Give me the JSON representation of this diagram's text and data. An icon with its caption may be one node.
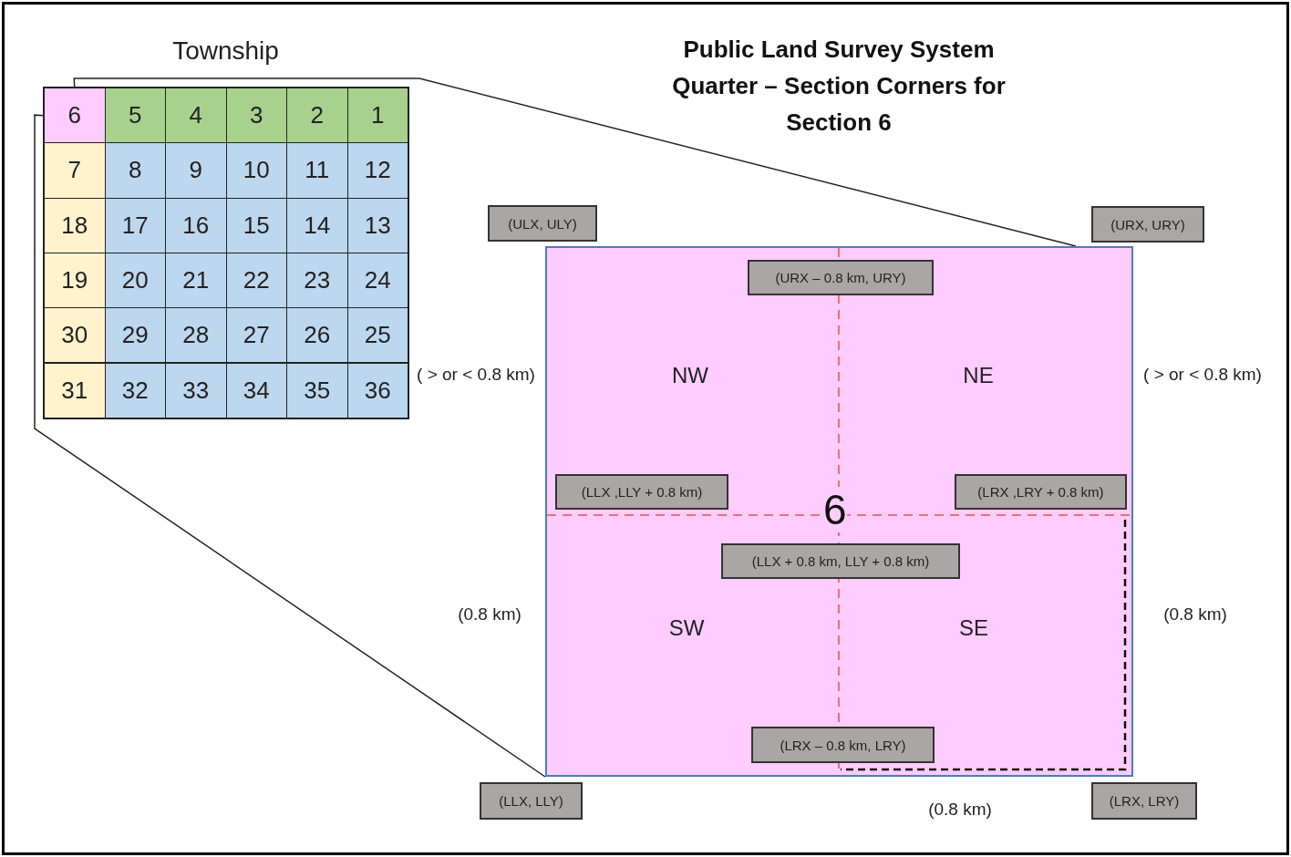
{
  "diagram": {
    "title": "Public Land Survey System Quarter – Section Corners for Section 6",
    "nodes": [
      {
        "text": [
          "Township"
        ]
      },
      {
        "text": [
          "6"
        ],
        "in": 0
      },
      {
        "text": [
          "5"
        ],
        "in": 0
      },
      {
        "text": [
          "4"
        ],
        "in": 0
      },
      {
        "text": [
          "3"
        ],
        "in": 0
      },
      {
        "text": [
          "2"
        ],
        "in": 0
      },
      {
        "text": [
          "1"
        ],
        "in": 0
      },
      {
        "text": [
          "7"
        ],
        "in": 0
      },
      {
        "text": [
          "8"
        ],
        "in": 0
      },
      {
        "text": [
          "9"
        ],
        "in": 0
      },
      {
        "text": [
          "10"
        ],
        "in": 0
      },
      {
        "text": [
          "11"
        ],
        "in": 0
      },
      {
        "text": [
          "12"
        ],
        "in": 0
      },
      {
        "text": [
          "18"
        ],
        "in": 0
      },
      {
        "text": [
          "17"
        ],
        "in": 0
      },
      {
        "text": [
          "16"
        ],
        "in": 0
      },
      {
        "text": [
          "15"
        ],
        "in": 0
      },
      {
        "text": [
          "14"
        ],
        "in": 0
      },
      {
        "text": [
          "13"
        ],
        "in": 0
      },
      {
        "text": [
          "19"
        ],
        "in": 0
      },
      {
        "text": [
          "20"
        ],
        "in": 0
      },
      {
        "text": [
          "21"
        ],
        "in": 0
      },
      {
        "text": [
          "22"
        ],
        "in": 0
      },
      {
        "text": [
          "23"
        ],
        "in": 0
      },
      {
        "text": [
          "24"
        ],
        "in": 0
      },
      {
        "text": [
          "30"
        ],
        "in": 0
      },
      {
        "text": [
          "29"
        ],
        "in": 0
      },
      {
        "text": [
          "28"
        ],
        "in": 0
      },
      {
        "text": [
          "27"
        ],
        "in": 0
      },
      {
        "text": [
          "26"
        ],
        "in": 0
      },
      {
        "text": [
          "25"
        ],
        "in": 0
      },
      {
        "text": [
          "31"
        ],
        "in": 0
      },
      {
        "text": [
          "32"
        ],
        "in": 0
      },
      {
        "text": [
          "33"
        ],
        "in": 0
      },
      {
        "text": [
          "34"
        ],
        "in": 0
      },
      {
        "text": [
          "35"
        ],
        "in": 0
      },
      {
        "text": [
          "36"
        ],
        "in": 0
      },
      {
        "text": [
          "(ULX, ULY)"
        ]
      },
      {
        "text": [
          "(URX, URY)"
        ]
      },
      {
        "text": [
          "6"
        ]
      },
      {
        "text": [
          "(URX – 0.8 km, URY)"
        ],
        "in": 39
      },
      {
        "text": [
          "(LLX ,LLY + 0.8 km)"
        ],
        "in": 39
      },
      {
        "text": [
          "(LRX ,LRY + 0.8 km)"
        ],
        "in": 39
      },
      {
        "text": [
          "(LLX + 0.8 km, LLY + 0.8 km)"
        ],
        "in": 39
      },
      {
        "text": [
          "(LRX – 0.8 km, LRY)"
        ],
        "in": 39
      },
      {
        "text": [
          "(LLX, LLY)"
        ]
      },
      {
        "text": [
          "(LRX, LRY)"
        ]
      }
    ],
    "edges": [
      {
        "from": 1,
        "to": 39,
        "arrow": "none"
      },
      {
        "from": 1,
        "to": 39,
        "arrow": "none"
      }
    ],
    "labels": [
      "( > or < 0.8 km)",
      "NW",
      "NE",
      "( > or < 0.8 km)",
      "(0.8 km)",
      "SW",
      "SE",
      "(0.8 km)",
      "(0.8 km)"
    ]
  }
}
